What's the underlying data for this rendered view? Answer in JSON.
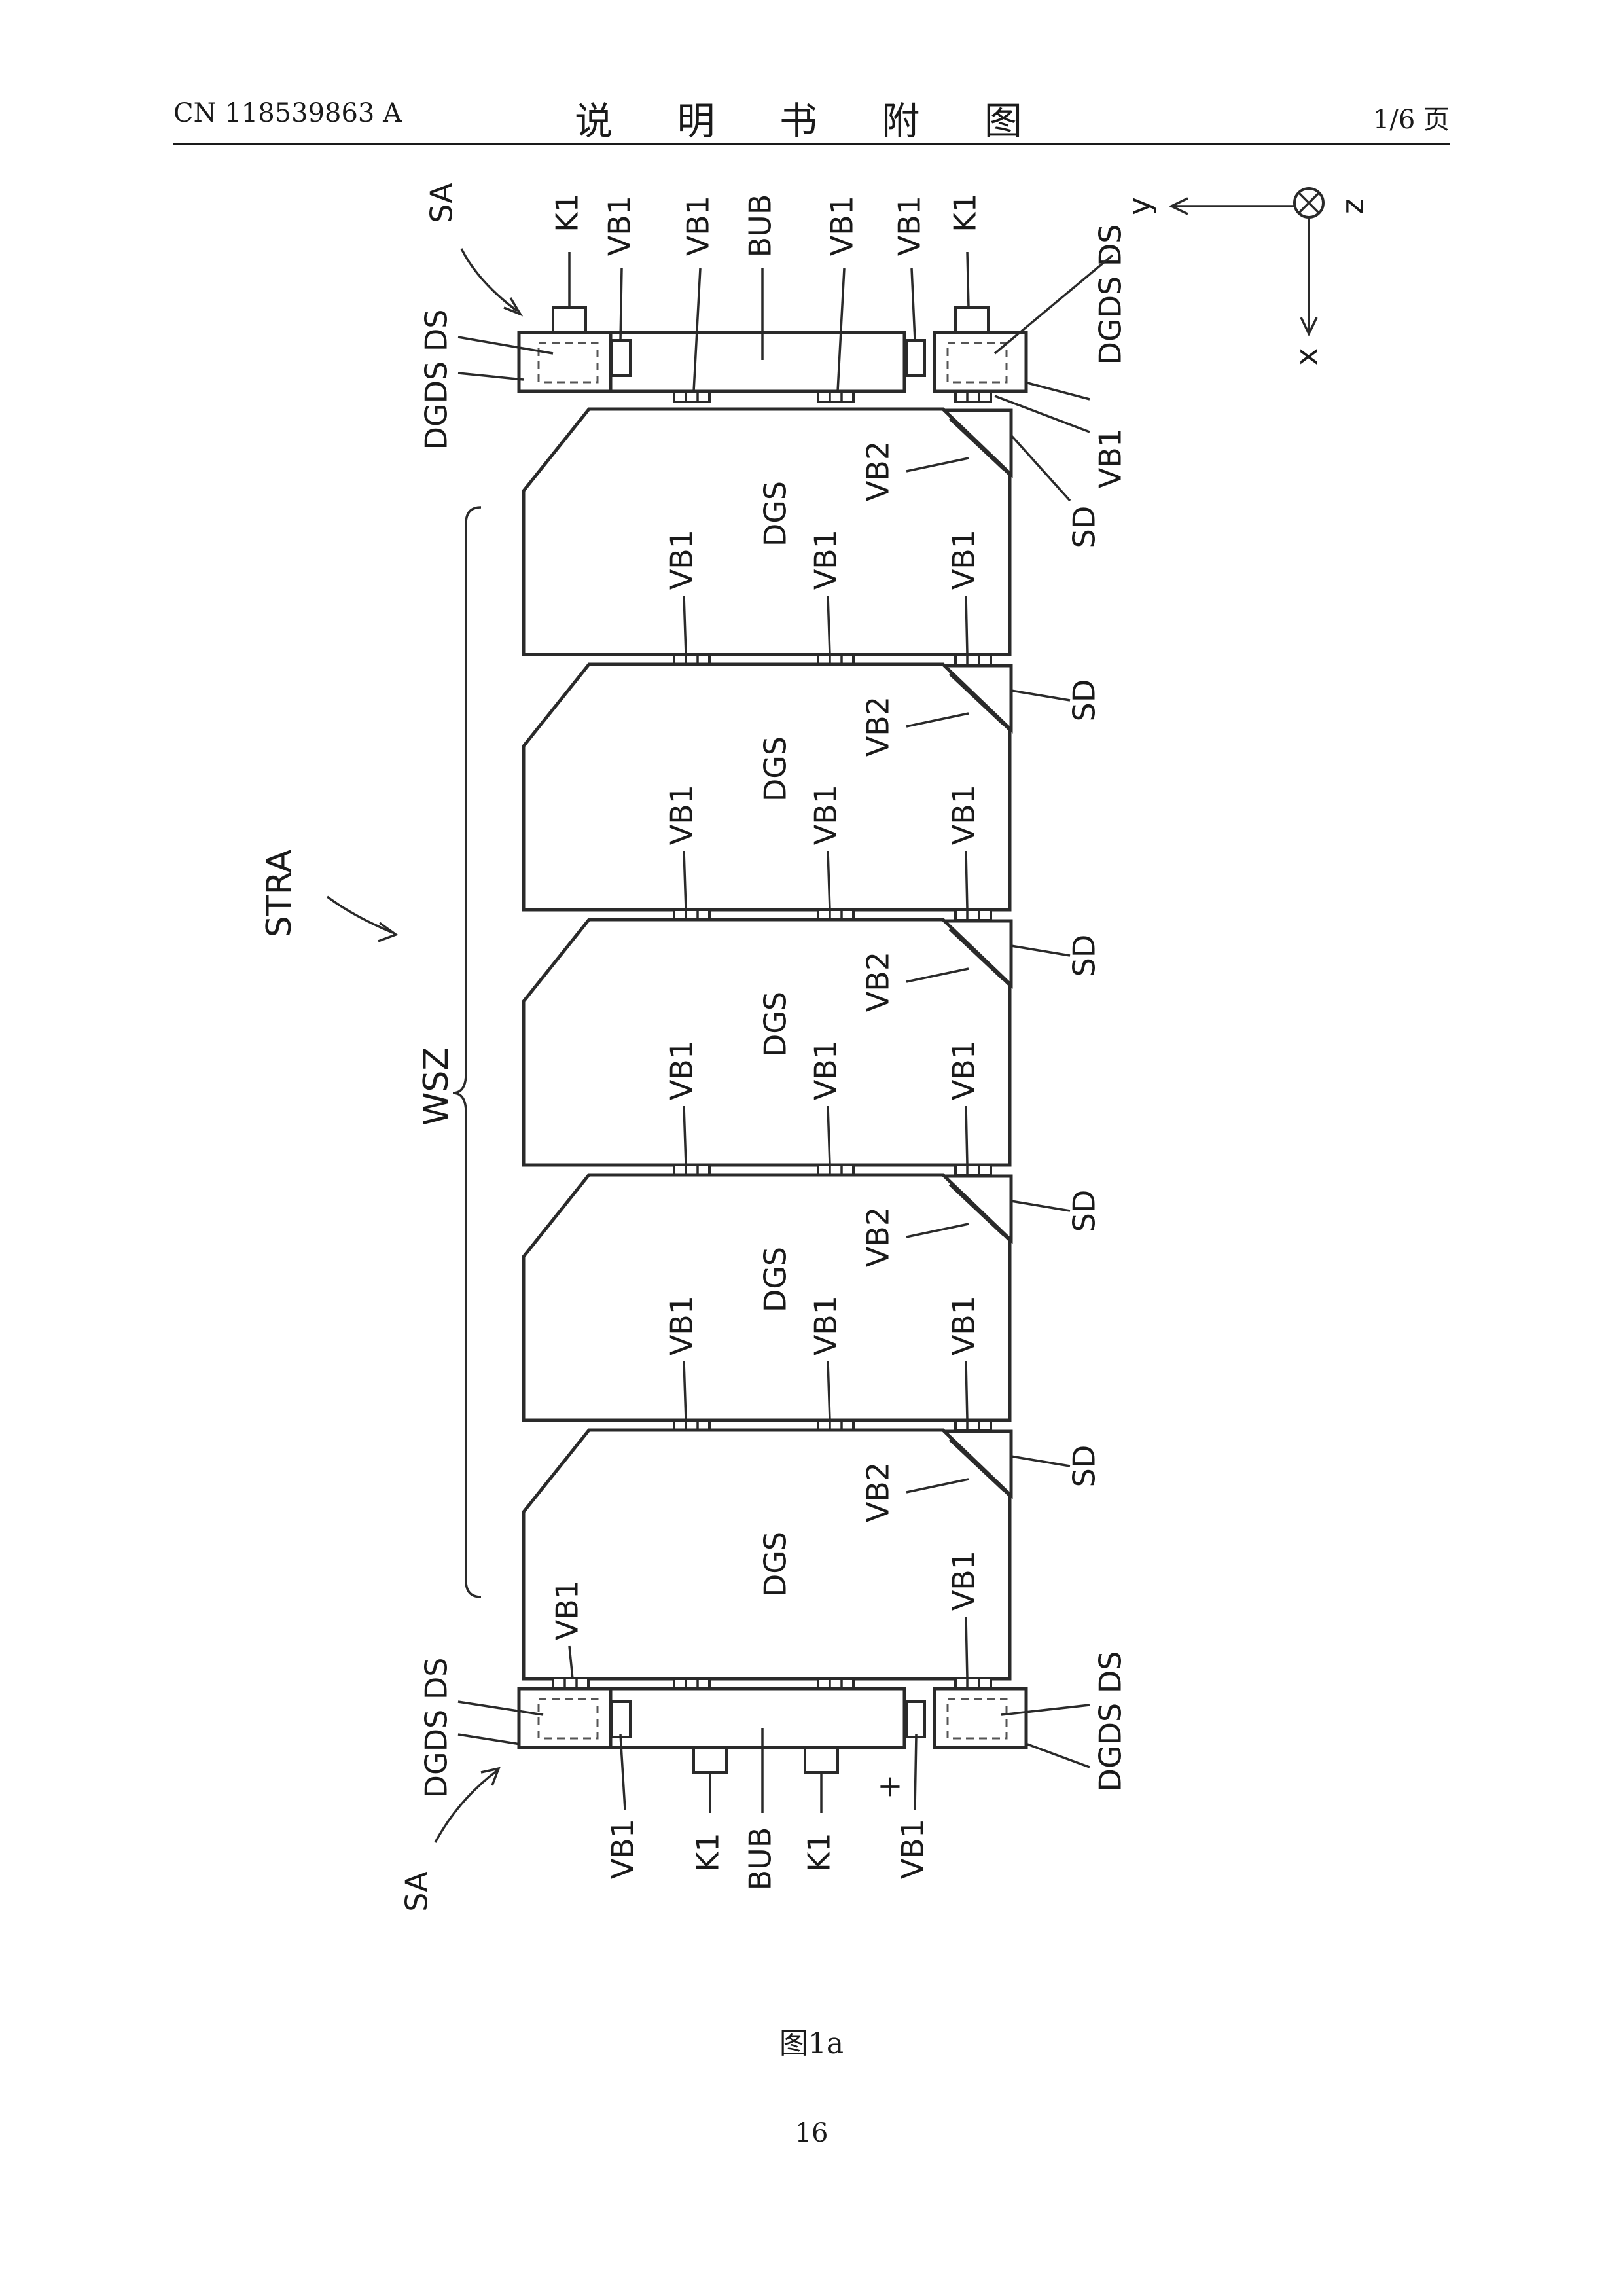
{
  "header": {
    "publication_number": "CN 118539863 A",
    "title": "说 明 书 附 图",
    "page_count": "1/6 页"
  },
  "figure": {
    "caption": "图1a",
    "page_number": "16",
    "labels": {
      "SA": "SA",
      "STRA": "STRA",
      "WSZ": "WSZ",
      "DGS": "DGS",
      "SD": "SD",
      "VB1": "VB1",
      "VB2": "VB2",
      "BUB": "BUB",
      "K1": "K1",
      "DGDS": "DGDS",
      "DS": "DS",
      "plus": "+",
      "x": "x",
      "y": "y",
      "z": "z"
    }
  }
}
